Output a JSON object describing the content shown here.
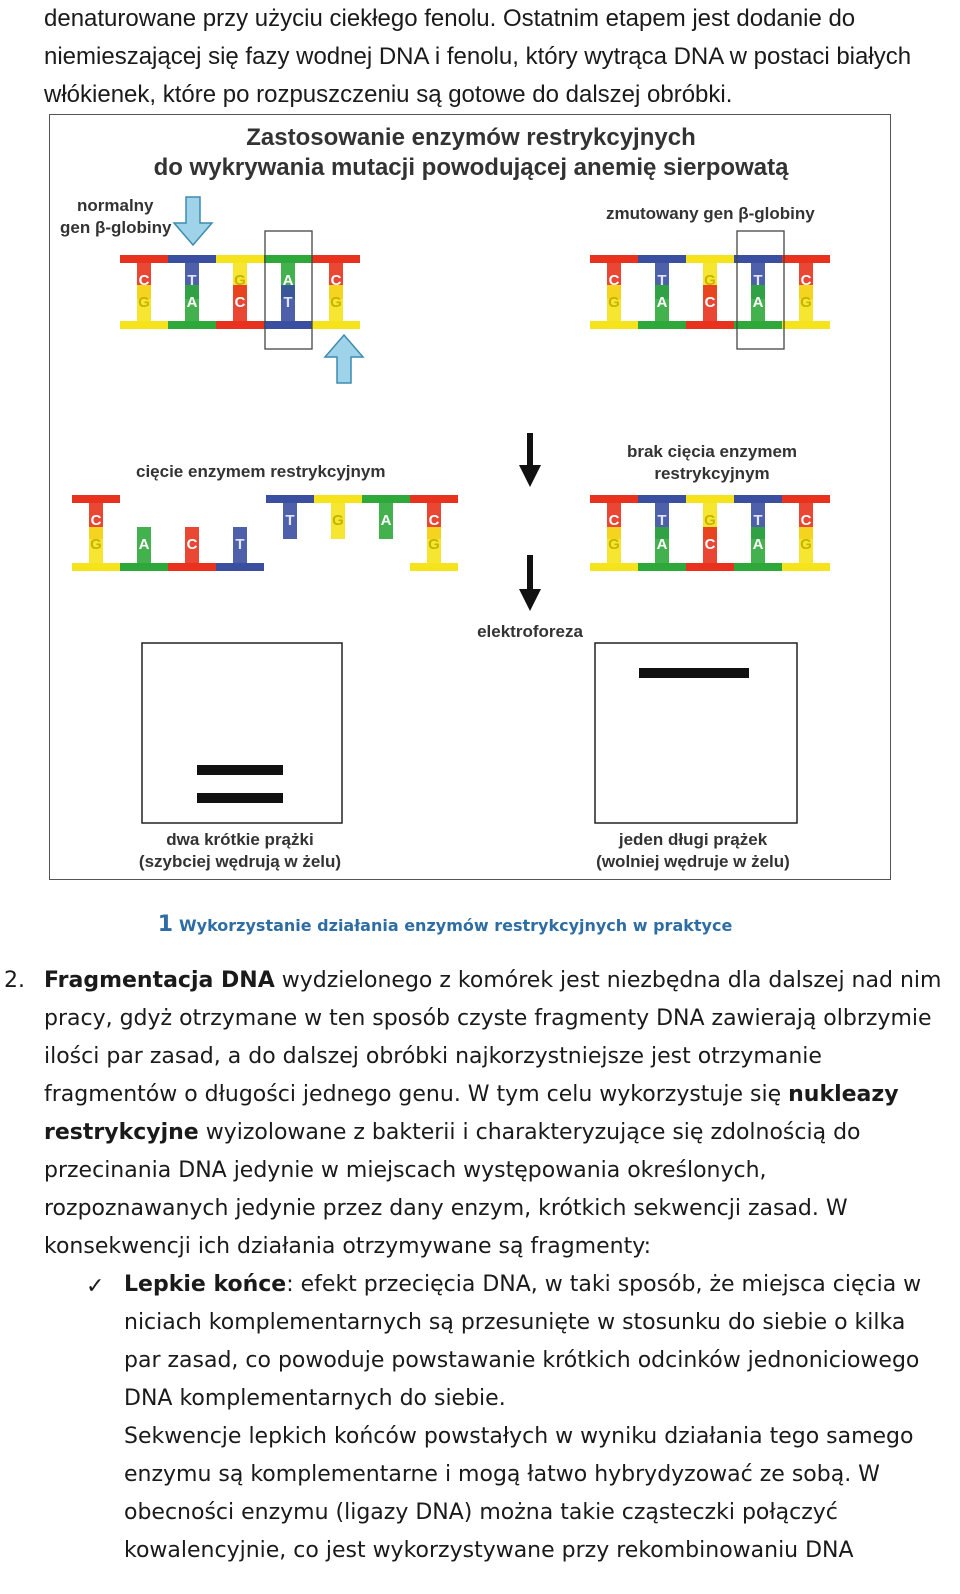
{
  "intro_text": "denaturowane przy użyciu ciekłego fenolu. Ostatnim etapem jest dodanie do niemieszającej się fazy wodnej DNA i fenolu, który wytrąca DNA w postaci białych włókienek, które po rozpuszczeniu są gotowe do dalszej obróbki.",
  "figure": {
    "title_line1": "Zastosowanie enzymów restrykcyjnych",
    "title_line2": "do wykrywania mutacji powodującej anemię sierpowatą",
    "normal_gene_line1": "normalny",
    "normal_gene_line2": "gen β-globiny",
    "mutated_gene": "zmutowany gen β-globiny",
    "cut_label": "cięcie enzymem restrykcyjnym",
    "no_cut_line1": "brak cięcia enzymem",
    "no_cut_line2": "restrykcyjnym",
    "electrophoresis": "elektroforeza",
    "left_gel_line1": "dwa krótkie prążki",
    "left_gel_line2": "(szybciej wędrują w żelu)",
    "right_gel_line1": "jeden długi prążek",
    "right_gel_line2": "(wolniej wędruje w żelu)",
    "normal_top_bases": [
      "C",
      "T",
      "G",
      "A",
      "C"
    ],
    "normal_bottom_bases": [
      "G",
      "A",
      "C",
      "T",
      "G"
    ],
    "mutated_top_bases": [
      "C",
      "T",
      "G",
      "T",
      "C"
    ],
    "mutated_bottom_bases": [
      "G",
      "A",
      "C",
      "A",
      "G"
    ],
    "cut_left_top": [
      "C"
    ],
    "cut_left_bottom": [
      "G",
      "A",
      "C",
      "T"
    ],
    "cut_right_top": [
      "T",
      "G",
      "A",
      "C"
    ],
    "cut_right_bottom": [
      "G"
    ],
    "base_colors": {
      "C": "#e8321e",
      "G": "#f5e31c",
      "A": "#2fa83a",
      "T": "#3a4fa0"
    }
  },
  "caption": {
    "number": "1",
    "text": "Wykorzystanie działania enzymów restrykcyjnych w praktyce"
  },
  "section2": {
    "number": "2.",
    "bold1": "Fragmentacja DNA",
    "text1": " wydzielonego z komórek jest niezbędna dla dalszej nad nim pracy, gdyż otrzymane w ten sposób czyste fragmenty DNA zawierają olbrzymie ilości par zasad, a do dalszej obróbki najkorzystniejsze jest otrzymanie fragmentów o długości jednego genu. W tym celu wykorzystuje się ",
    "bold2": "nukleazy restrykcyjne",
    "text2": " wyizolowane z bakterii i charakteryzujące się zdolnością do przecinania DNA jedynie w miejscach występowania określonych, rozpoznawanych jedynie przez dany enzym, krótkich sekwencji zasad. W konsekwencji ich działania otrzymywane są fragmenty:"
  },
  "bullet": {
    "mark": "✓",
    "bold": "Lepkie końce",
    "text": ": efekt przecięcia DNA, w taki sposób, że miejsca cięcia w niciach komplementarnych są przesunięte w stosunku do siebie o kilka par zasad, co powoduje powstawanie krótkich odcinków jednoniciowego DNA komplementarnych do siebie.",
    "para2": "Sekwencje lepkich końców powstałych w wyniku działania tego samego enzymu są komplementarne i mogą łatwo hybrydyzować ze sobą. W obecności enzymu (ligazy DNA) można takie cząsteczki połączyć kowalencyjnie, co jest wykorzystywane przy rekombinowaniu DNA"
  }
}
